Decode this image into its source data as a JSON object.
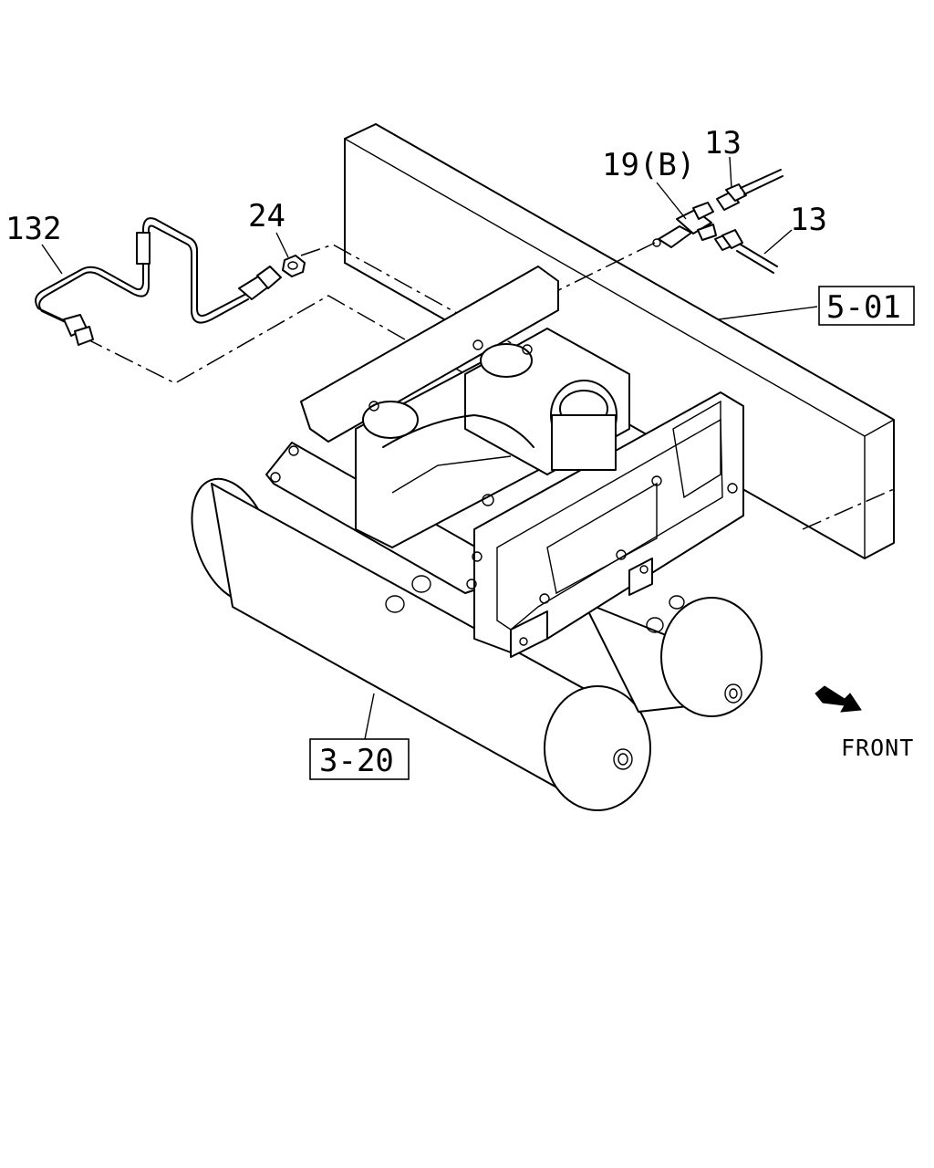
{
  "diagram": {
    "callouts": {
      "part_132": "132",
      "part_24": "24",
      "part_19b": "19(B)",
      "part_13_upper": "13",
      "part_13_lower": "13"
    },
    "boxed_refs": {
      "ref_5_01": "5-01",
      "ref_3_20": "3-20"
    },
    "direction_label": "FRONT",
    "direction_icon": "arrow-right-down-icon"
  }
}
